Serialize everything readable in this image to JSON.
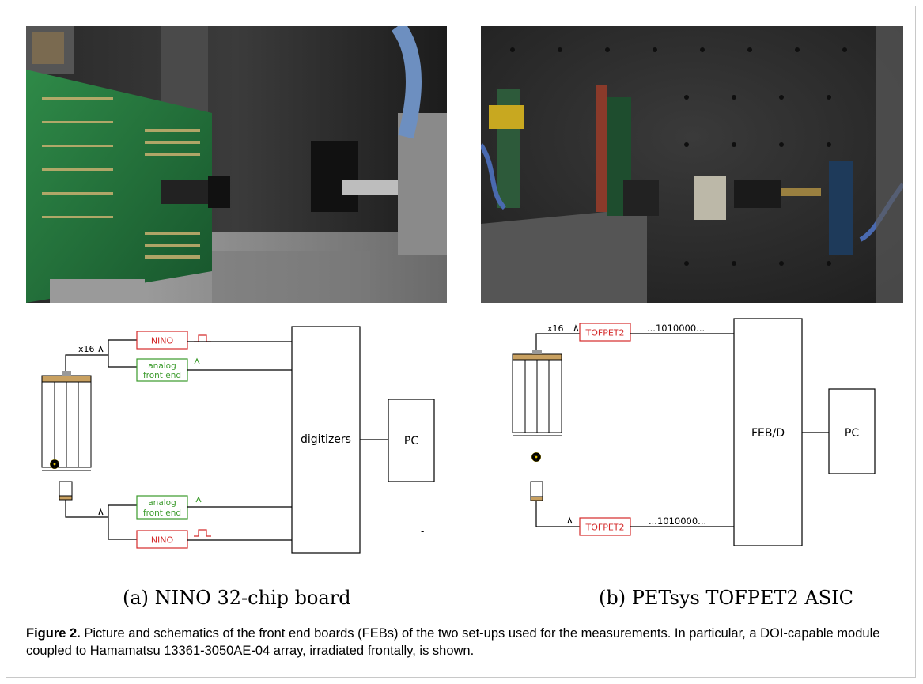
{
  "panel_a": {
    "photo_alt": "NINO 32-chip board photo",
    "nino_top": "NINO",
    "analog_top_1": "analog",
    "analog_top_2": "front end",
    "analog_bottom_1": "analog",
    "analog_bottom_2": "front end",
    "nino_bottom": "NINO",
    "mult": "x16",
    "digitizers": "digitizers",
    "pc": "PC",
    "dash": "-",
    "subcaption": "(a) NINO 32-chip board"
  },
  "panel_b": {
    "photo_alt": "PETsys TOFPET2 ASIC photo",
    "tofpet_top": "TOFPET2",
    "tofpet_bottom": "TOFPET2",
    "bits_top": "...1010000...",
    "bits_bottom": "...1010000...",
    "mult": "x16",
    "febd": "FEB/D",
    "pc": "PC",
    "dash": "-",
    "subcaption": "(b) PETsys TOFPET2 ASIC"
  },
  "caption": {
    "label": "Figure 2.",
    "text": " Picture and schematics of the front end boards (FEBs) of the two set-ups used for the measurements. In particular, a DOI-capable module coupled to Hamamatsu 13361-3050AE-04 array, irradiated frontally, is shown."
  },
  "colors": {
    "nino_red": "#d42a2a",
    "analog_green": "#3a9a2a",
    "line_black": "#000000",
    "pcb_green": "#1f6b3a",
    "sensor_tan": "#c8a060"
  }
}
